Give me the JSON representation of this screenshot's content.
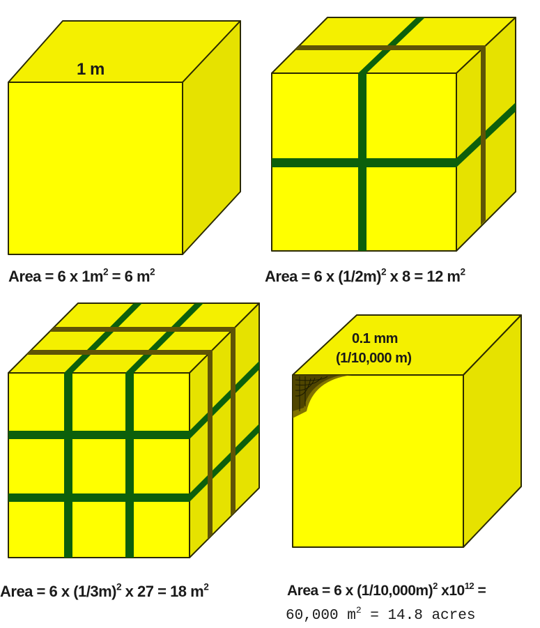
{
  "panels": [
    {
      "id": "one-cube",
      "dimension_label": "1 m",
      "formula": {
        "prefix": "Area = 6 x 1m",
        "exp": "2",
        "mid": " = 6 m",
        "exp2": "2",
        "suffix": ""
      }
    },
    {
      "id": "eight-cubes",
      "formula": {
        "prefix": "Area = 6 x (1/2m)",
        "exp": "2",
        "mid": " x 8 = 12 m",
        "exp2": "2",
        "suffix": ""
      }
    },
    {
      "id": "twenty-seven-cubes",
      "formula": {
        "prefix": "Area = 6 x (1/3m)",
        "exp": "2",
        "mid": " x 27 = 18 m",
        "exp2": "2",
        "suffix": ""
      }
    },
    {
      "id": "tiny-cubes",
      "dimension_label_line1": "0.1 mm",
      "dimension_label_line2": "(1/10,000 m)",
      "formula": {
        "prefix": "Area = 6 x (1/10,000m)",
        "exp": "2",
        "mid": " x10",
        "exp2": "12",
        "suffix": " ="
      },
      "formula_line2": {
        "prefix": "60,000 m",
        "exp": "2",
        "suffix": " = 14.8 acres"
      }
    }
  ],
  "colors": {
    "cube_face": "#ffff00",
    "outline": "#2b2a00",
    "gap": "#0c5f0c"
  }
}
